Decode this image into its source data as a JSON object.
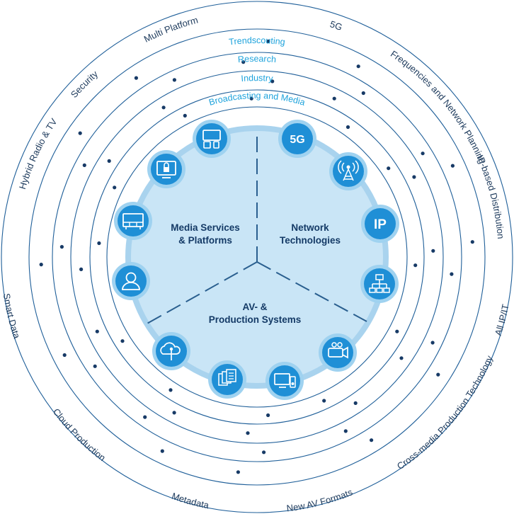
{
  "colors": {
    "ring_line": "#1f5f99",
    "dot": "#173a66",
    "inner_fill": "#c9e5f6",
    "inner_border": "#a9d3ee",
    "icon_fill": "#1f8fd6",
    "icon_halo": "#9fd2f0",
    "divider": "#2a5f8f",
    "outer_text": "#1d3a5c",
    "ring_text": "#1ea3dc",
    "title_text": "#143a66"
  },
  "ring_labels": [
    "Trendscouting",
    "Research",
    "Industry",
    "Broadcasting and Media"
  ],
  "outer_labels": {
    "multi_platform": "Multi Platform",
    "fiveg": "5G",
    "frequencies": "Frequencies and Network Planning",
    "ip_distribution": "IP-based Distribution",
    "all_ip": "All IP/IT",
    "cross_media": "Cross-media Production Technology",
    "new_av": "New AV Formats",
    "metadata": "Metadata",
    "cloud_production": "Cloud Production",
    "smart_data": "Smart Data",
    "hybrid_radio": "Hybrid Radio & TV",
    "security": "Security"
  },
  "sectors": {
    "media_line1": "Media Services",
    "media_line2": "& Platforms",
    "network_line1": "Network",
    "network_line2": "Technologies",
    "av_line1": "AV- &",
    "av_line2": "Production Systems"
  },
  "icons": [
    {
      "name": "devices-icon",
      "glyph": ""
    },
    {
      "name": "fiveg-icon",
      "glyph": "5G"
    },
    {
      "name": "lock-screen-icon",
      "glyph": ""
    },
    {
      "name": "antenna-icon",
      "glyph": ""
    },
    {
      "name": "video-wall-icon",
      "glyph": ""
    },
    {
      "name": "ip-icon",
      "glyph": "IP"
    },
    {
      "name": "user-icon",
      "glyph": ""
    },
    {
      "name": "network-icon",
      "glyph": ""
    },
    {
      "name": "cloud-icon",
      "glyph": ""
    },
    {
      "name": "camera-icon",
      "glyph": ""
    },
    {
      "name": "documents-icon",
      "glyph": ""
    },
    {
      "name": "monitor-speaker-icon",
      "glyph": ""
    }
  ]
}
